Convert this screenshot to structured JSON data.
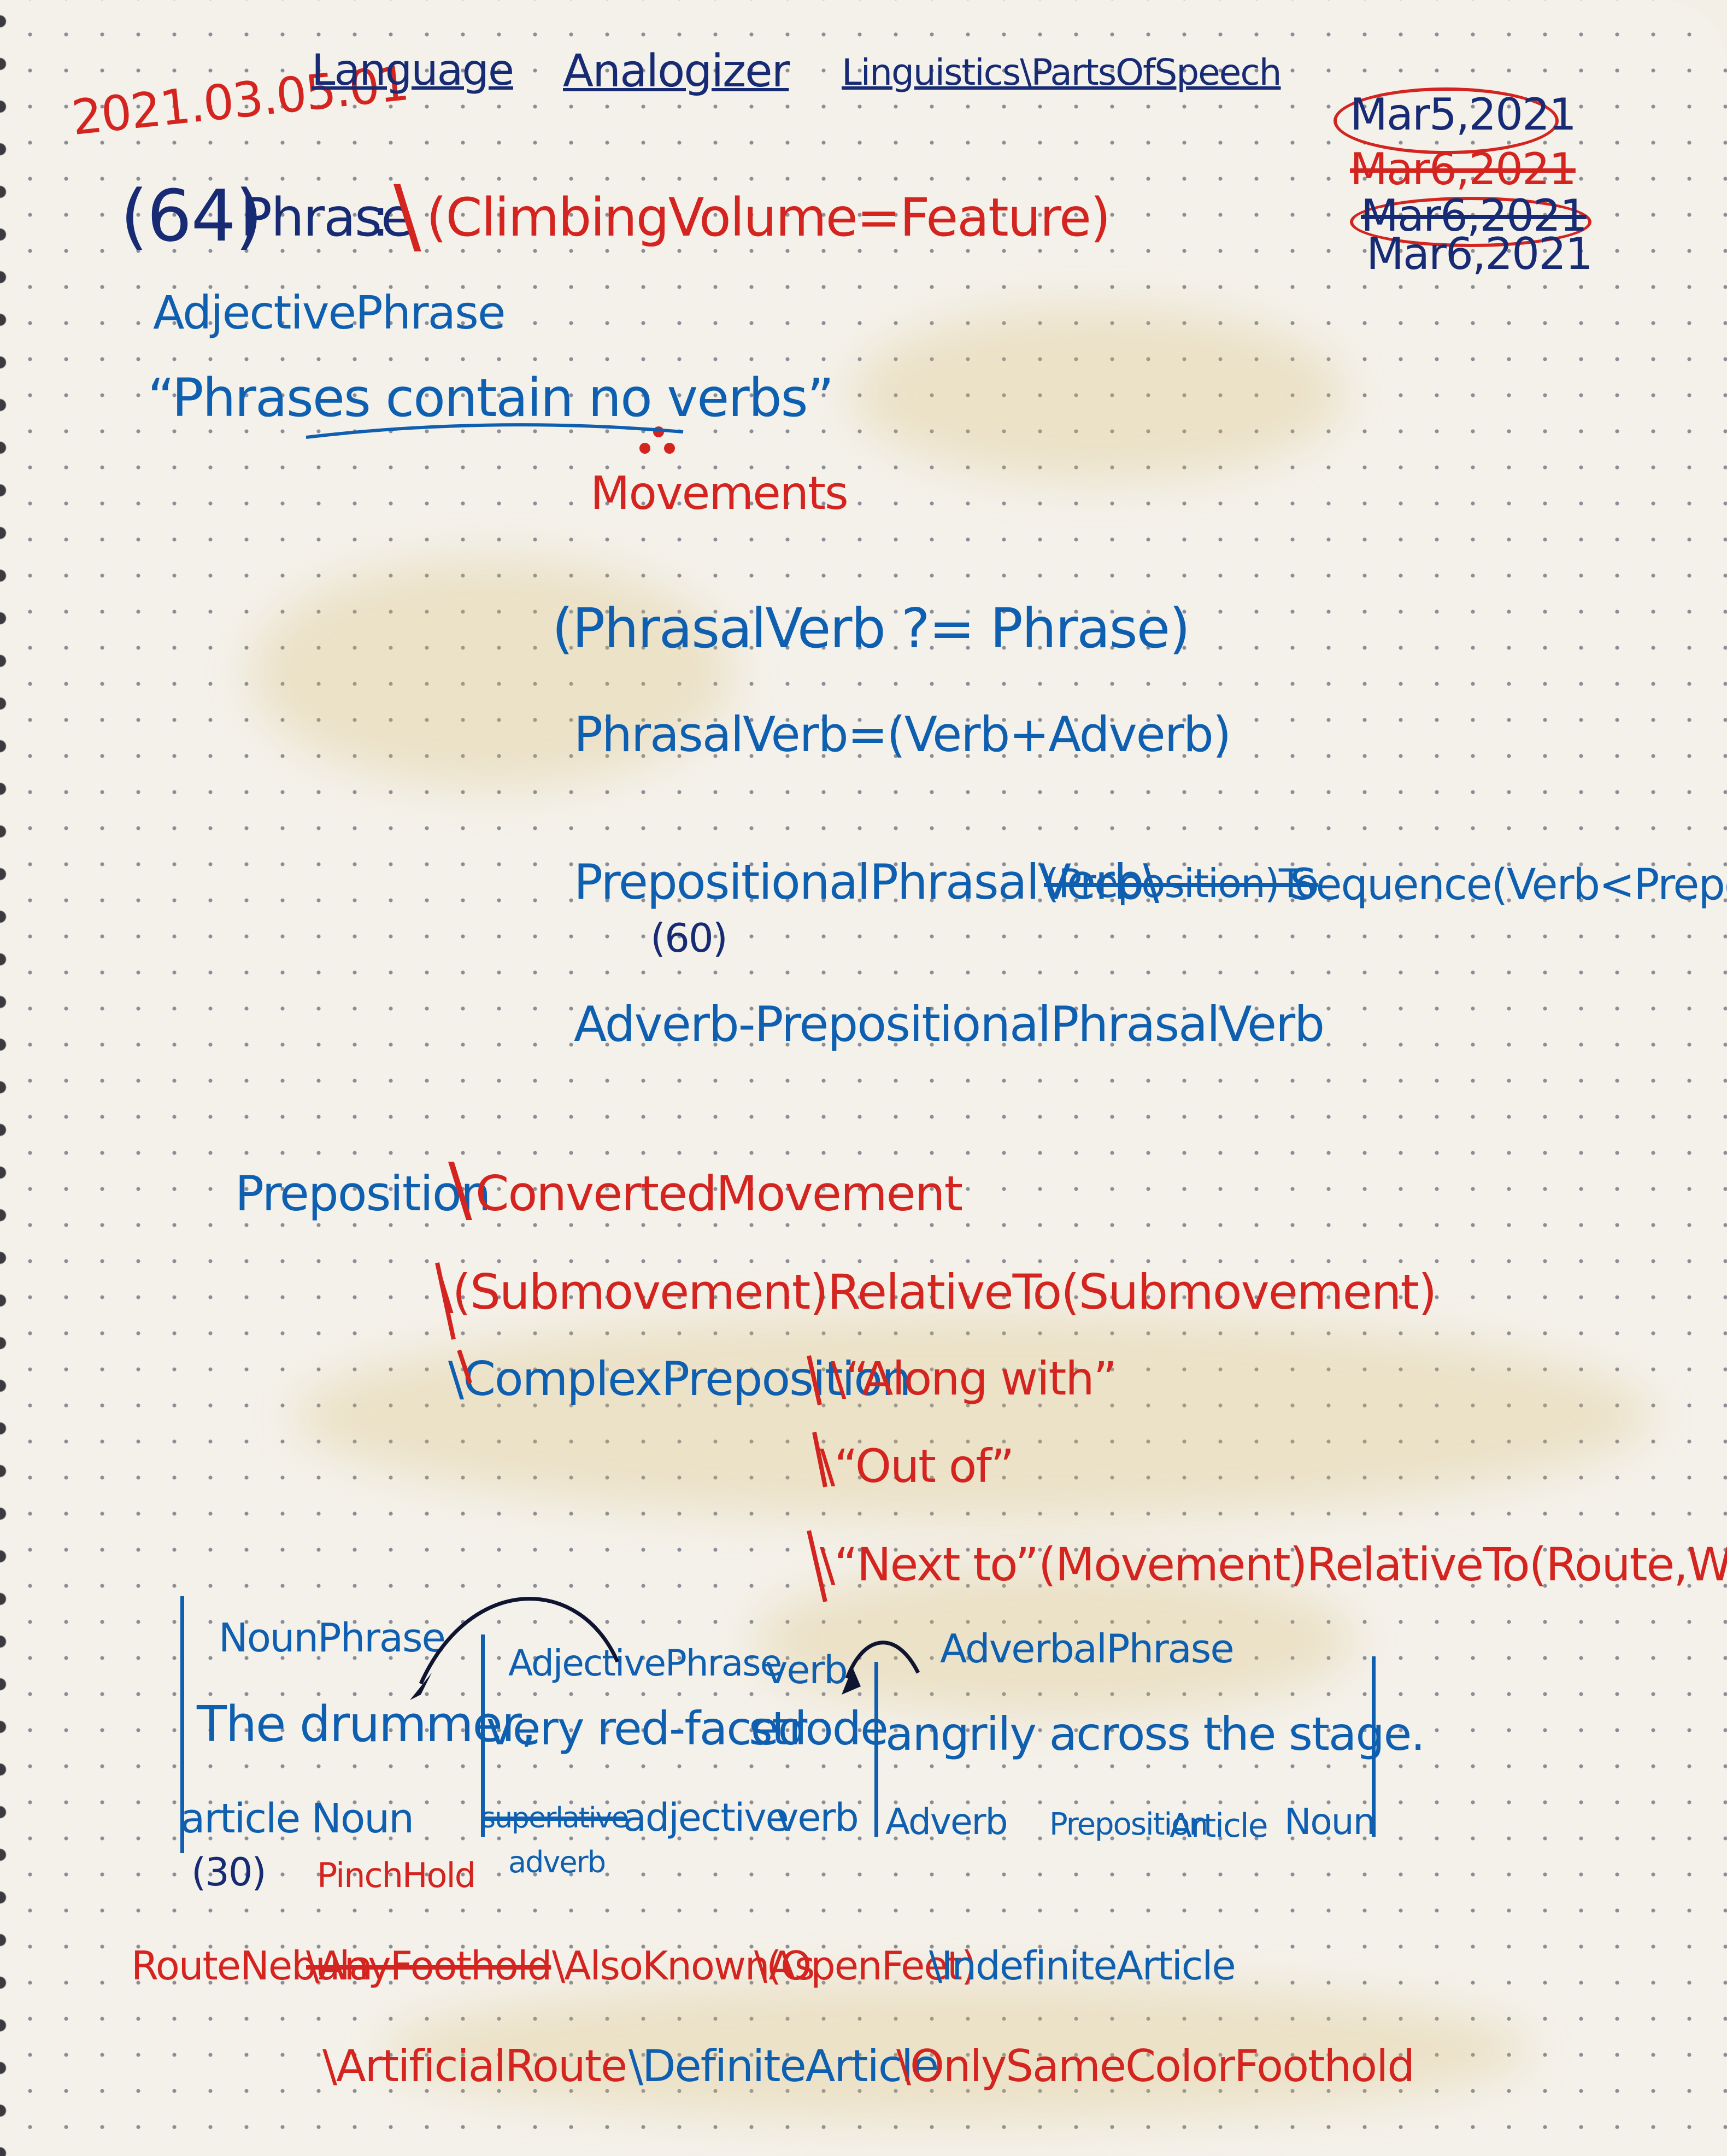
{
  "header": {
    "id": "2021.03.05.01",
    "tags": [
      "Language",
      "Analogizer",
      "Linguistics\\PartsOfSpeech"
    ],
    "dates": [
      "Mar5,2021",
      "Mar6,2021",
      "Mar6,2021",
      "Mar6,2021"
    ]
  },
  "title": {
    "number": "(64)",
    "term": "Phrase",
    "colon": ":",
    "sep": "\\",
    "definition": "(ClimbingVolume=Feature)"
  },
  "body": {
    "adjective_phrase": "AdjectivePhrase",
    "quote": "“Phrases contain no verbs”",
    "surprise": "Movements",
    "phrasal_verb_q": "(PhrasalVerb ?= Phrase)",
    "phrasal_verb_def": "PhrasalVerb=(Verb+Adverb)",
    "prep_phrasal_verb": "PrepositionalPhrasalVerb\\",
    "prep_crossed": "(Preposition)To",
    "prep_sequence": "Sequence(Verb<Preposition)",
    "prep_number": "(60)",
    "adverb_prep": "Adverb-PrepositionalPhrasalVerb"
  },
  "preposition": {
    "label": "Preposition",
    "sep": "\\",
    "converted": "ConvertedMovement",
    "submovement": "\\(Submovement)RelativeTo(Submovement)",
    "complex": "\\ComplexPreposition",
    "examples": [
      "\\“Along with”",
      "\\“Out of”",
      "\\“Next to”"
    ],
    "next_to_def": "(Movement)RelativeTo(Route,Wall)"
  },
  "sentence": {
    "labels_top": [
      "NounPhrase",
      "AdjectivePhrase",
      "verb",
      "AdverbalPhrase"
    ],
    "words": [
      "The drummer,",
      "very red-faced",
      "strode",
      "angrily across the stage."
    ],
    "pos": [
      "article Noun",
      "adverb",
      "adjective",
      "verb",
      "Adverb",
      "Preposition",
      "Article",
      "Noun"
    ],
    "pos_crossed": "superlative",
    "number": "(30)",
    "pinch": "PinchHold"
  },
  "footer": {
    "route_nebula": "RouteNebula",
    "any_foothold": "\\AnyFoothold",
    "also_known": "\\AlsoKnownAs",
    "open_feet": "\\(OpenFeet)",
    "indefinite": "\\IndefiniteArticle",
    "artificial": "\\ArtificialRoute",
    "definite": "\\DefiniteArticle",
    "only_same": "\\OnlySameColorFoothold"
  },
  "colors": {
    "blue": "#0f5fb0",
    "red": "#d4241f",
    "navy": "#172a74",
    "paper": "#f4f1ea"
  }
}
